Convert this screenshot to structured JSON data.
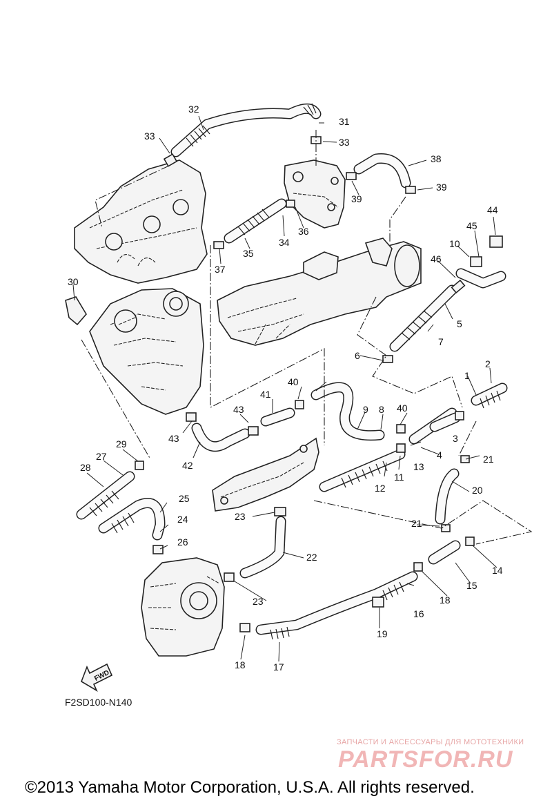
{
  "diagram": {
    "callouts": [
      "1",
      "2",
      "3",
      "4",
      "5",
      "6",
      "7",
      "8",
      "9",
      "10",
      "11",
      "12",
      "13",
      "14",
      "15",
      "16",
      "17",
      "18",
      "19",
      "20",
      "21",
      "22",
      "23",
      "24",
      "25",
      "26",
      "27",
      "28",
      "29",
      "30",
      "31",
      "32",
      "33",
      "34",
      "35",
      "36",
      "37",
      "38",
      "39",
      "40",
      "41",
      "42",
      "43",
      "44",
      "45",
      "46"
    ],
    "fwd_label": "FWD",
    "drawing_code": "F2SD100-N140",
    "watermark_tagline": "ЗАПЧАСТИ И АКСЕССУАРЫ ДЛЯ МОТОТЕХНИКИ",
    "watermark_logo": "PARTSFOR.RU",
    "copyright": "©2013 Yamaha Motor Corporation, U.S.A. All rights reserved."
  },
  "colors": {
    "line": "#222222",
    "watermark": "#f1b6b6"
  }
}
